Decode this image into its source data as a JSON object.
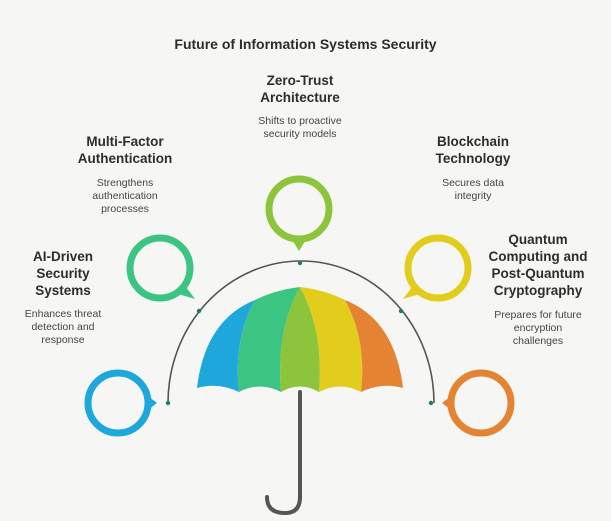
{
  "title": "Future of Information Systems Security",
  "items": [
    {
      "heading": "AI-Driven\nSecurity\nSystems",
      "description": "Enhances threat\ndetection and\nresponse",
      "color": "#1ea7db"
    },
    {
      "heading": "Multi-Factor\nAuthentication",
      "description": "Strengthens\nauthentication\nprocesses",
      "color": "#3cc482"
    },
    {
      "heading": "Zero-Trust\nArchitecture",
      "description": "Shifts to proactive\nsecurity models",
      "color": "#8cc43c"
    },
    {
      "heading": "Blockchain\nTechnology",
      "description": "Secures data\nintegrity",
      "color": "#e2cc1c"
    },
    {
      "heading": "Quantum\nComputing and\nPost-Quantum\nCryptography",
      "description": "Prepares for future\nencryption\nchallenges",
      "color": "#e48432"
    }
  ],
  "colors": {
    "arc": "#555555",
    "handle": "#555555",
    "dot": "#1f7a6a"
  }
}
